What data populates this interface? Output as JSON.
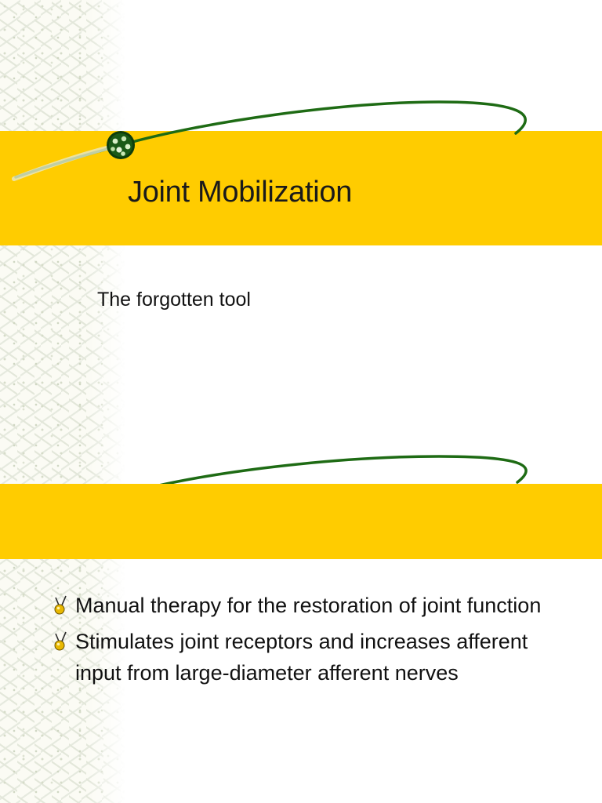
{
  "slide1": {
    "title": "Joint Mobilization",
    "subtitle": "The forgotten tool"
  },
  "slide2": {
    "bullets": [
      {
        "text": "Manual therapy for the restoration of joint function"
      },
      {
        "text": "Stimulates joint receptors and increases afferent input from large-diameter afferent nerves"
      }
    ]
  },
  "colors": {
    "band": "#ffcc00",
    "swoosh": "#1e6b14",
    "bullet_dot": "#e8b800"
  },
  "icons": {
    "title_bullet": "green-ornament-icon",
    "list_bullet": "yellow-dot-pin-icon"
  }
}
